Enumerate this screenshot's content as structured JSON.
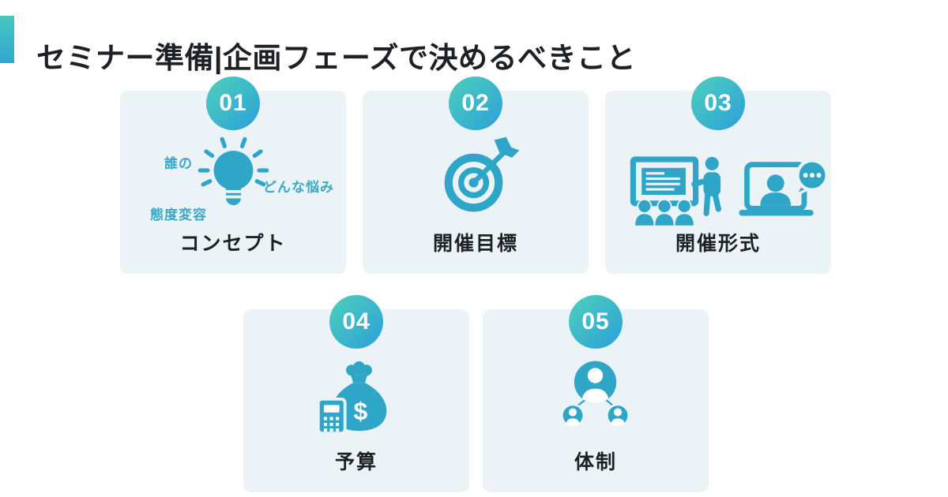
{
  "title": "セミナー準備|企画フェーズで決めるべきこと",
  "colors": {
    "accent_teal": "#2FA6C8",
    "badge_gradient_start": "#4FD0BC",
    "badge_gradient_end": "#2BA0D9",
    "card_background": "#EBF3F6",
    "title_text": "#1D2126",
    "annotation_teal": "#3BA8C6",
    "page_background": "#FFFFFF"
  },
  "cards": [
    {
      "number": "01",
      "label": "コンセプト",
      "icon": "idea-lightbulb-icon",
      "annotations": {
        "top_left": "誰の",
        "right": "どんな悩み",
        "bottom_left": "態度変容"
      }
    },
    {
      "number": "02",
      "label": "開催目標",
      "icon": "target-goal-icon"
    },
    {
      "number": "03",
      "label": "開催形式",
      "icon": "offline-seminar-icon, online-webinar-icon"
    },
    {
      "number": "04",
      "label": "予算",
      "icon": "budget-money-bag-icon"
    },
    {
      "number": "05",
      "label": "体制",
      "icon": "team-structure-icon"
    }
  ]
}
